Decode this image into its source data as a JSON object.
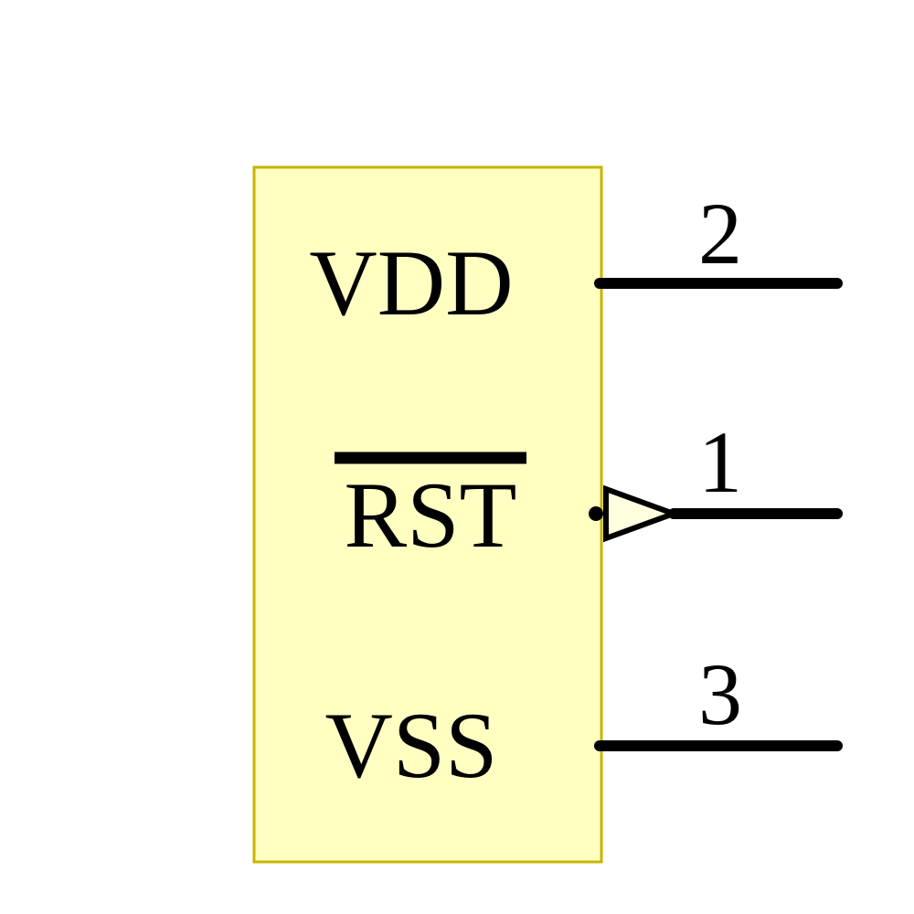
{
  "diagram": {
    "type": "schematic-symbol",
    "description": "Electronic component schematic symbol with three right-side pins",
    "colors": {
      "body_fill": "#FFFFC2",
      "body_stroke": "#C8B400",
      "line_color": "#000000",
      "inverted_marker_fill": "#FFFFE0",
      "text_color": "#000000"
    },
    "pins": [
      {
        "name": "VDD",
        "number": "2",
        "position": "right-top",
        "style": "line",
        "active_low": false
      },
      {
        "name": "RST",
        "number": "1",
        "position": "right-middle",
        "style": "inverted-input",
        "active_low": true
      },
      {
        "name": "VSS",
        "number": "3",
        "position": "right-bottom",
        "style": "line",
        "active_low": false
      }
    ]
  }
}
